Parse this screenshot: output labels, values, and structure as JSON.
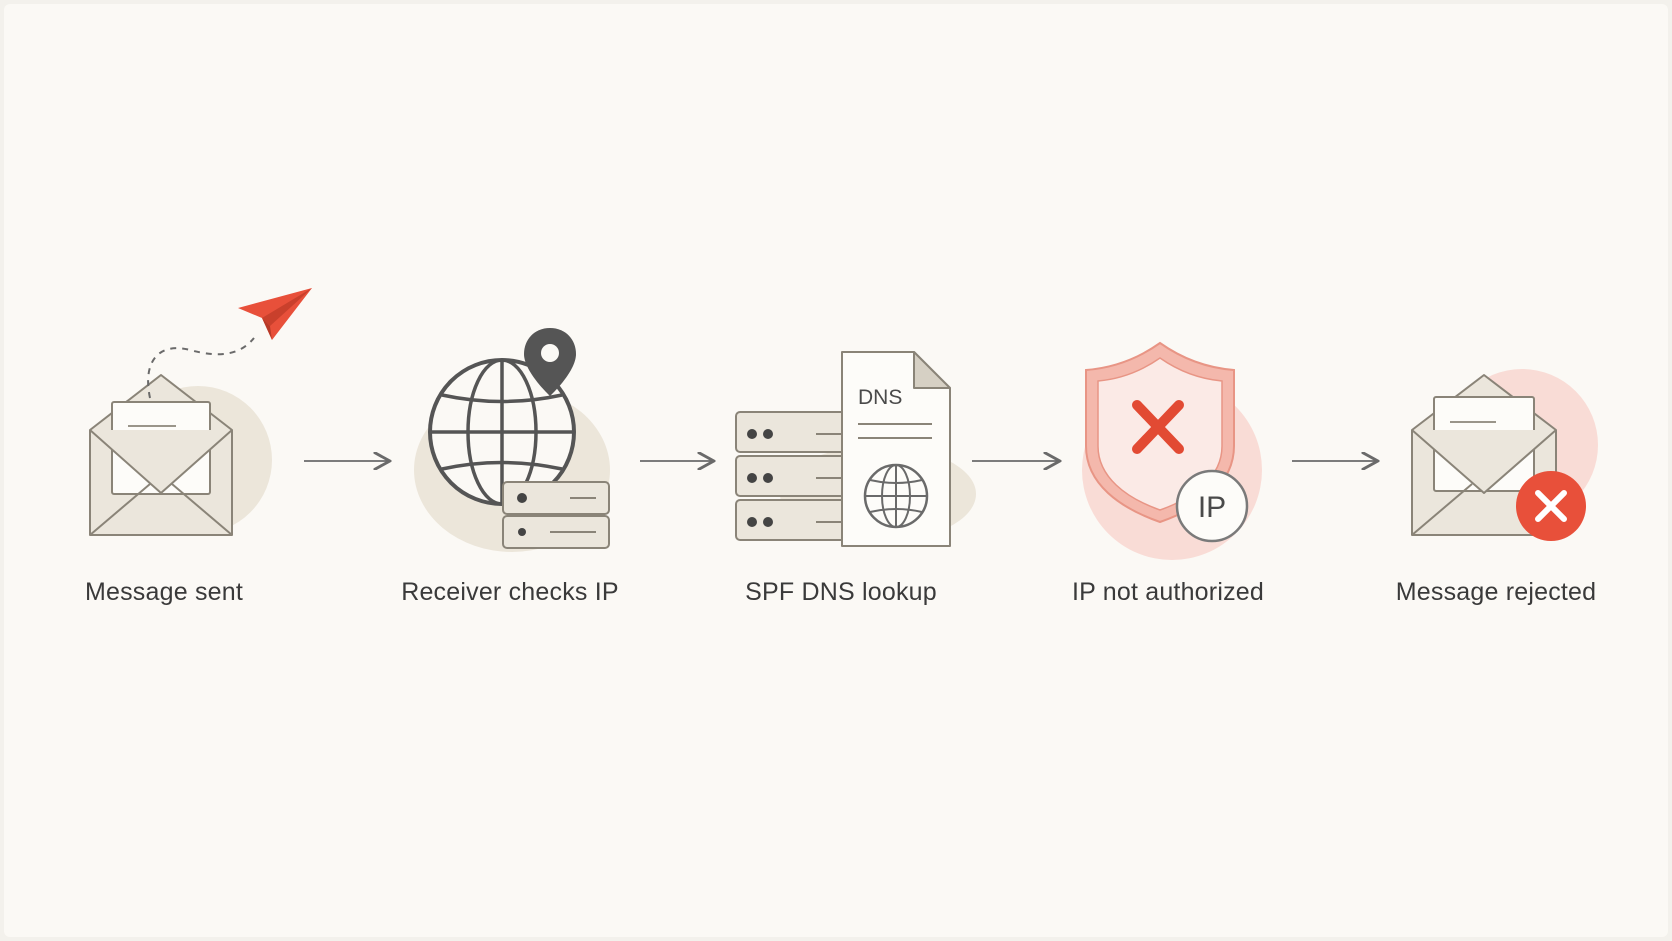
{
  "steps": [
    {
      "label": "Message sent"
    },
    {
      "label": "Receiver checks IP"
    },
    {
      "label": "SPF DNS lookup"
    },
    {
      "label": "IP not authorized"
    },
    {
      "label": "Message rejected"
    }
  ],
  "badges": {
    "dns": "DNS",
    "ip": "IP"
  },
  "icons": {
    "step1": [
      "envelope-icon",
      "paper-plane-icon"
    ],
    "step2": [
      "globe-icon",
      "location-pin-icon",
      "server-icon"
    ],
    "step3": [
      "server-stack-icon",
      "dns-document-icon",
      "globe-icon"
    ],
    "step4": [
      "shield-icon",
      "cross-icon",
      "ip-badge-icon"
    ],
    "step5": [
      "envelope-icon",
      "reject-icon"
    ]
  },
  "colors": {
    "background": "#fbf9f5",
    "stroke": "#5a5a5a",
    "accent_red": "#e8503a",
    "soft_beige": "#ece6da",
    "soft_pink": "#f9dcd6"
  }
}
